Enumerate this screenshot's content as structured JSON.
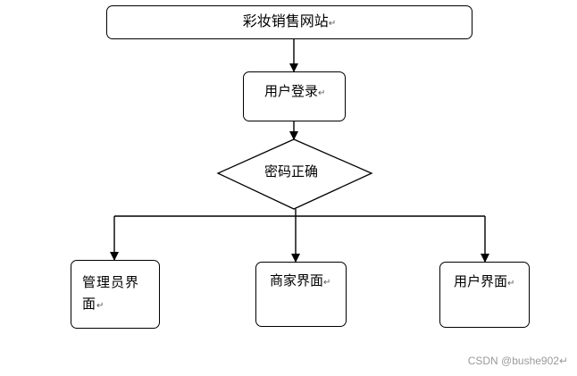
{
  "diagram": {
    "title": "彩妆销售网站",
    "login": "用户登录",
    "decision": "密码正确",
    "branches": {
      "admin": "管理员界面",
      "merchant": "商家界面",
      "user": "用户界面"
    },
    "paragraph_mark": "↵"
  },
  "watermark": "CSDN @bushe902"
}
